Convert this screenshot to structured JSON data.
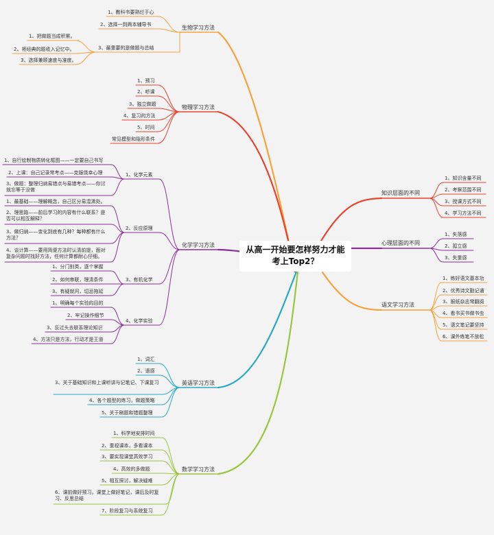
{
  "root": {
    "line1": "从高一开始要怎样努力才能",
    "line2": "考上Top2？"
  },
  "colors": {
    "bio": "#f5a23c",
    "phy": "#e8412c",
    "chem": "#8b2d9a",
    "eng": "#26a9c4",
    "math": "#9bc53d",
    "knowledge": "#e8412c",
    "mind": "#8b2d9a",
    "chinese": "#f5a23c"
  },
  "branches": {
    "bio": {
      "label": "生物学习方法",
      "items": [
        "1、教科书要熟烂于心",
        "2、选择一到两本辅导书",
        "3、最重要的是做题与总结"
      ],
      "sub": [
        "1、把做题当成积累。",
        "2、将经典的题收入记忆中。",
        "3、选择兼顾速度与准度。"
      ]
    },
    "phy": {
      "label": "物理学习方法",
      "items": [
        "1、预习",
        "2、听课",
        "3、独立做题",
        "4、复习的方法",
        "5、时间",
        "常见模型和隐形条件"
      ]
    },
    "chem": {
      "label": "化学学习方法",
      "groups": [
        {
          "label": "1、化学元素",
          "items": [
            "1、自行绘制物质转化框图——一定要自己书写",
            "2、上课：自己记录常考点——克服侥幸心理",
            "3、做题：整理归纳易错点与易错考点——你讨就忘等于没做"
          ]
        },
        {
          "label": "2、反应原理",
          "items": [
            "1、最基础——理解概念，自己区分易混淆处。",
            "2、理思路——前后学习的内容有什么联系？是否可以相互解释？",
            "3、做归纳——变化到底有几种？每种都有什么方法？",
            "4、谈计算——要用简便方法时认清前提，面对复杂问题时找好方法，任何计算都耐心仔细。"
          ]
        },
        {
          "label": "3、有机化学",
          "items": [
            "1、分门别类，逐个掌握",
            "2、如何串联，理清条件",
            "3、有疑就问，切忌拖延"
          ]
        },
        {
          "label": "4、化学实验",
          "items": [
            "1、明确每个实验的目的",
            "2、牢记操作细节",
            "3、反过头去联系理论知识",
            "4、方法只是方法，行动才是王道"
          ]
        }
      ]
    },
    "eng": {
      "label": "英语学习方法",
      "items": [
        "1、词汇",
        "2、语感",
        "3、关于基础知识和上课听讲与记笔记、下课复习",
        "4、各个题型的练习，做题策略",
        "5、关于刷题和错题整理"
      ]
    },
    "math": {
      "label": "数学学习方法",
      "items": [
        "1、科学地安排时间",
        "2、重视课本，多看课本",
        "3、要实现课堂高效学习",
        "4、高效的多做题",
        "5、相互探讨，解决疑难",
        "6、课前做好预习，课堂上做好笔记，课后及时复习、反思总结",
        "7、阶段复习与系统复习"
      ]
    },
    "knowledge": {
      "label": "知识层面的不同",
      "items": [
        "1、知识含量不同",
        "2、考察范围不同",
        "3、授课方式不同",
        "4、学习方法不同"
      ]
    },
    "mind": {
      "label": "心理层面的不同",
      "items": [
        "1、失落感",
        "2、孤立感",
        "3、失重感"
      ]
    },
    "chinese": {
      "label": "语文学习方法",
      "items": [
        "1、练好语文基本功",
        "2、优秀诗文勤记诵",
        "3、报纸杂志常翻阅",
        "4、看书买书做书虫",
        "5、语文笔记要坚持",
        "6、课外练笔不放松"
      ]
    }
  }
}
